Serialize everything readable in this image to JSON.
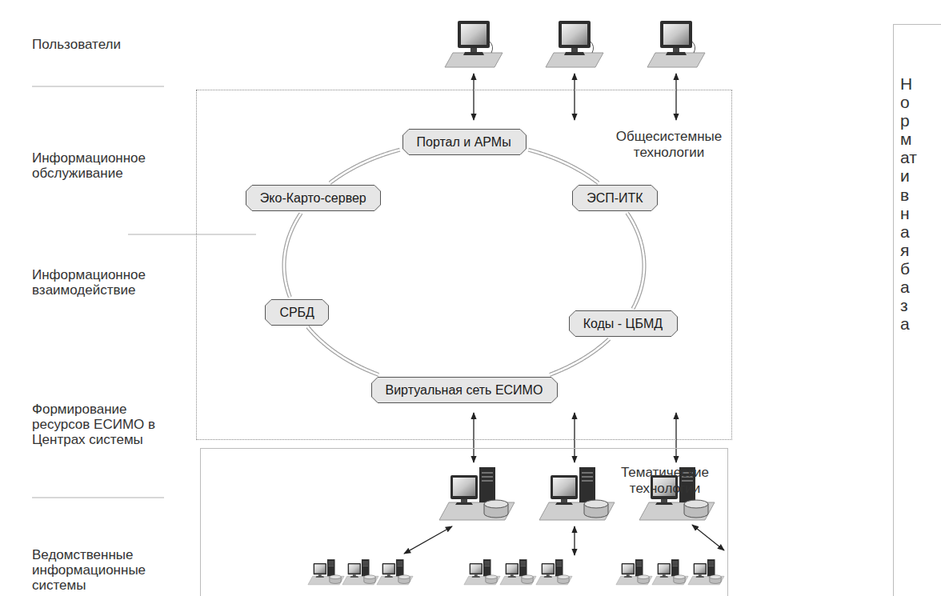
{
  "diagram": {
    "nodes": [
      {
        "text": [
          "Общесистемные технологии"
        ]
      },
      {
        "text": [
          "Портал и АРМы"
        ],
        "in": 0
      },
      {
        "text": [
          "Эко-Карто-сервер"
        ],
        "in": 0
      },
      {
        "text": [
          "ЭСП-ИТК"
        ],
        "in": 0
      },
      {
        "text": [
          "СРБД"
        ],
        "in": 0
      },
      {
        "text": [
          "Коды - ЦБМД"
        ],
        "in": 0
      },
      {
        "text": [
          "Виртуальная сеть ЕСИМО"
        ],
        "in": 0
      },
      {
        "text": [
          "Тематические технологии"
        ]
      },
      {
        "text": [
          "Нормативная база"
        ]
      }
    ],
    "edges": [
      {
        "from": 1,
        "to": 3,
        "arrow": "none"
      },
      {
        "from": 3,
        "to": 5,
        "arrow": "none"
      },
      {
        "from": 5,
        "to": 6,
        "arrow": "none"
      },
      {
        "from": 6,
        "to": 4,
        "arrow": "none"
      },
      {
        "from": 4,
        "to": 2,
        "arrow": "none"
      },
      {
        "from": 2,
        "to": 1,
        "arrow": "none"
      }
    ],
    "labels": [
      "Пользователи",
      "Информационное обслуживание",
      "Информационное взаимодействие",
      "Формирование ресурсов ЕСИМО в Центрах системы",
      "Ведомственные информационные системы"
    ]
  }
}
